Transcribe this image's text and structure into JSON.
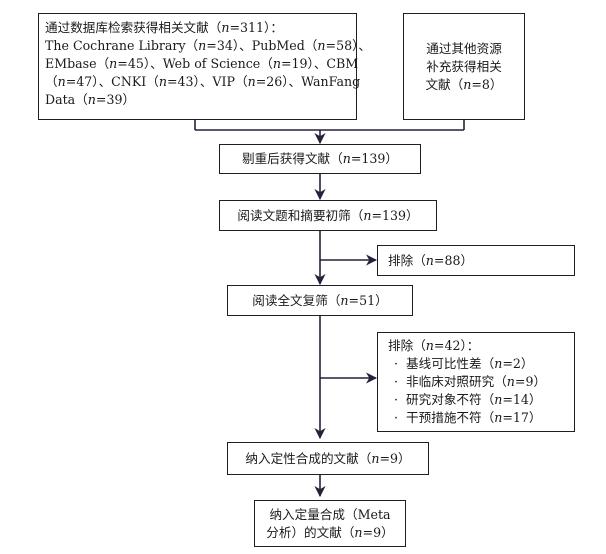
{
  "box_db": {
    "lines": [
      {
        "pre": "通过数据库检索获得相关文献（",
        "n": "n",
        "post": "=311）："
      },
      {
        "pre": "The Cochrane Library（",
        "n": "n",
        "post": "=34）、PubMed（",
        "n2": "n",
        "post2": "=58）、"
      },
      {
        "pre": "EMbase（",
        "n": "n",
        "post": "=45）、Web of Science（",
        "n2": "n",
        "post2": "=19）、CBM"
      },
      {
        "pre": "（",
        "n": "n",
        "post": "=47）、CNKI（",
        "n2": "n",
        "post2": "=43）、VIP（",
        "n3": "n",
        "post3": "=26）、WanFang"
      },
      {
        "pre": "Data（",
        "n": "n",
        "post": "=39）"
      }
    ]
  },
  "box_other": {
    "lines": [
      "通过其他资源",
      "补充获得相关"
    ],
    "last_pre": "文献（",
    "n": "n",
    "last_post": "=8）"
  },
  "box_dedup": {
    "pre": "剔重后获得文献（",
    "n": "n",
    "post": "=139）"
  },
  "box_screen": {
    "pre": "阅读文题和摘要初筛（",
    "n": "n",
    "post": "=139）"
  },
  "box_excl1": {
    "pre": "排除（",
    "n": "n",
    "post": "=88）"
  },
  "box_full": {
    "pre": "阅读全文复筛（",
    "n": "n",
    "post": "=51）"
  },
  "box_excl2": {
    "head_pre": "排除（",
    "n": "n",
    "head_post": "=42）：",
    "items": [
      {
        "bullet": "·",
        "pre": "基线可比性差（",
        "n": "n",
        "post": "=2）"
      },
      {
        "bullet": "·",
        "pre": "非临床对照研究（",
        "n": "n",
        "post": "=9）"
      },
      {
        "bullet": "·",
        "pre": "研究对象不符（",
        "n": "n",
        "post": "=14）"
      },
      {
        "bullet": "·",
        "pre": "干预措施不符（",
        "n": "n",
        "post": "=17）"
      }
    ]
  },
  "box_qual": {
    "pre": "纳入定性合成的文献（",
    "n": "n",
    "post": "=9）"
  },
  "box_quant": {
    "line1": "纳入定量合成（Meta",
    "pre": "分析）的文献（",
    "n": "n",
    "post": "=9）"
  }
}
